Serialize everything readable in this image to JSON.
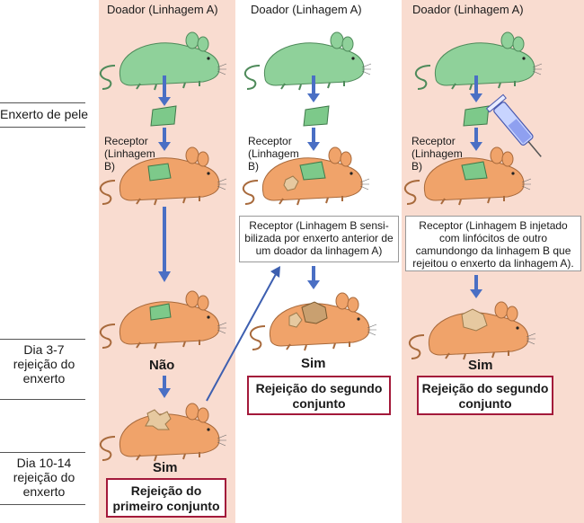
{
  "colors": {
    "panel": "#f9dcd0",
    "donor_mouse": "#8fd19a",
    "recipient_mouse": "#f0a36a",
    "graft": "#7dc98a",
    "rejected_graft": "#e6c9a0",
    "arrow": "#4a6fc4",
    "box_border": "#a3193a"
  },
  "columns": [
    {
      "donor_label": "Doador (Linhagem A)",
      "recipient_label": "Receptor (Linhagem B)",
      "first_result": "Não",
      "second_result": "Sim",
      "conclusion": "Rejeição do primeiro conjunto"
    },
    {
      "donor_label": "Doador (Linhagem A)",
      "recipient_label": "Receptor (Linhagem B)",
      "note": "Receptor (Linhagem B sensi-bilizada por enxerto anterior de um doador da linhagem A)",
      "result": "Sim",
      "conclusion": "Rejeição do segundo conjunto"
    },
    {
      "donor_label": "Doador (Linhagem A)",
      "recipient_label": "Receptor (Linhagem B)",
      "note": "Receptor (Linhagem B injetado com linfócitos de outro camundongo da linhagem B que rejeitou o enxerto da linhagem A).",
      "result": "Sim",
      "conclusion": "Rejeição do segundo conjunto"
    }
  ],
  "side_labels": {
    "skin_graft": "Enxerto de pele",
    "day_3_7": "Dia 3-7 rejeição do enxerto",
    "day_10_14": "Dia 10-14 rejeição do enxerto"
  },
  "icons": [
    "mouse-icon",
    "skin-graft-icon",
    "syringe-icon",
    "down-arrow-icon"
  ]
}
